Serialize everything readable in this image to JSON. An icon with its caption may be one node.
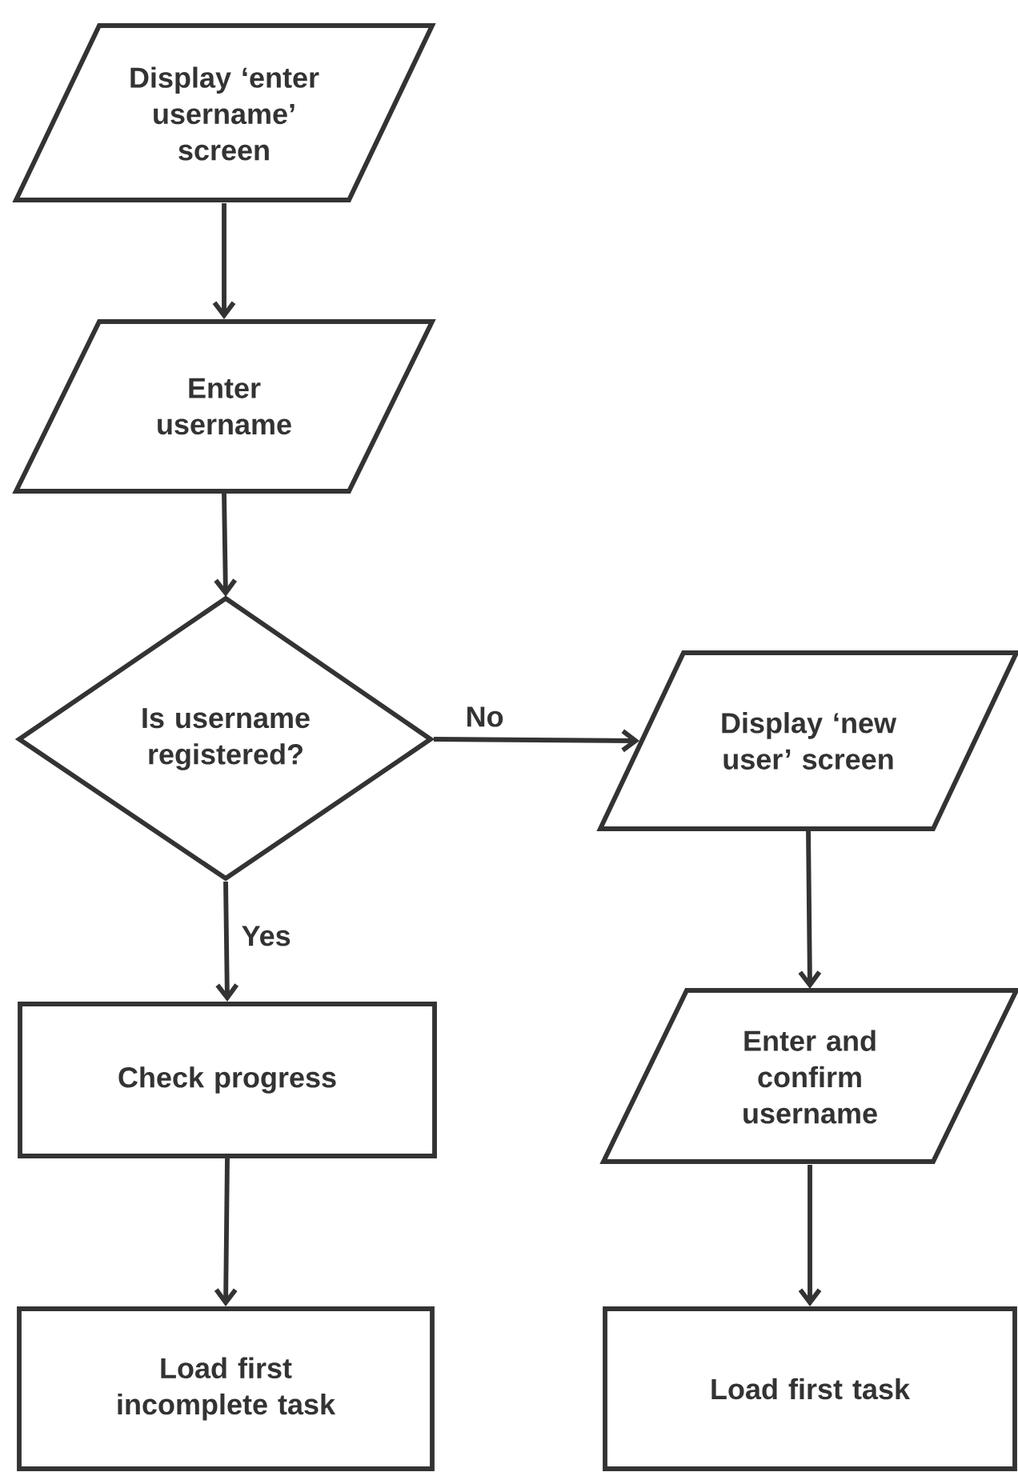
{
  "diagram": {
    "nodes": [
      {
        "text": [
          "Display ‘enter username’ screen"
        ]
      },
      {
        "text": [
          "Enter username"
        ]
      },
      {
        "text": [
          "Is username registered?"
        ]
      },
      {
        "text": [
          "Display ‘new user’ screen"
        ]
      },
      {
        "text": [
          "Check progress"
        ]
      },
      {
        "text": [
          "Enter and confirm username"
        ]
      },
      {
        "text": [
          "Load first incomplete task"
        ]
      },
      {
        "text": [
          "Load first task"
        ]
      }
    ],
    "edges": [
      {
        "from": 0,
        "to": 1,
        "arrow": "to"
      },
      {
        "from": 1,
        "to": 2,
        "arrow": "to"
      },
      {
        "from": 2,
        "to": 3,
        "arrow": "to",
        "label": "No"
      },
      {
        "from": 2,
        "to": 4,
        "arrow": "to",
        "label": "Yes"
      },
      {
        "from": 3,
        "to": 5,
        "arrow": "to"
      },
      {
        "from": 4,
        "to": 6,
        "arrow": "to"
      },
      {
        "from": 5,
        "to": 7,
        "arrow": "to"
      }
    ]
  }
}
